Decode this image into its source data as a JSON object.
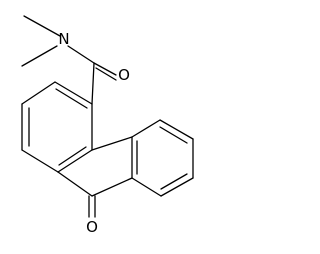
{
  "molecule": {
    "atoms": {
      "nitrogen": "N",
      "amide_oxygen": "O",
      "ketone_oxygen": "O"
    }
  }
}
